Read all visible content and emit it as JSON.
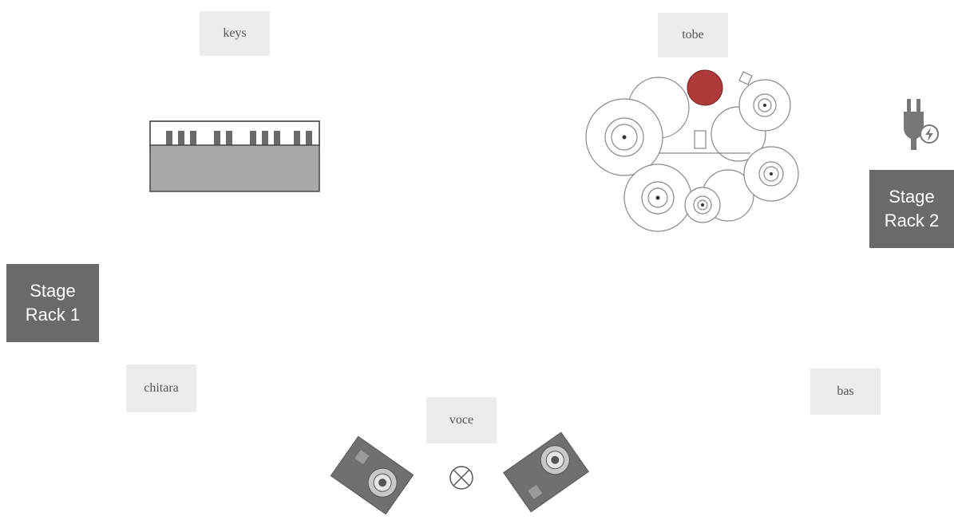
{
  "labels": {
    "keys": "keys",
    "tobe": "tobe",
    "chitara": "chitara",
    "bas": "bas",
    "voce": "voce"
  },
  "racks": [
    {
      "line1": "Stage",
      "line2": "Rack 1"
    },
    {
      "line1": "Stage",
      "line2": "Rack 2"
    }
  ],
  "icons": {
    "keyboard": "keyboard-icon",
    "drums": "drum-kit-icon",
    "power": "power-plug-icon",
    "monitor_left": "stage-monitor-icon",
    "monitor_right": "stage-monitor-icon",
    "vocal_mic": "vocal-mic-icon"
  },
  "colors": {
    "label_bg": "#ececec",
    "rack_bg": "#6a6a6a",
    "snare_red": "#b03a3a",
    "monitor": "#707070"
  }
}
